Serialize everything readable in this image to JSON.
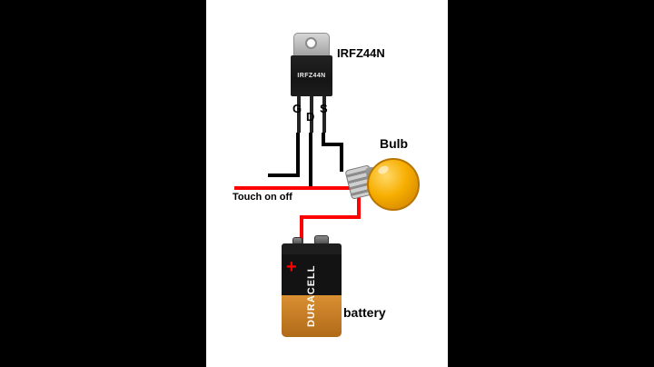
{
  "scene": {
    "background_color": "#000000",
    "panel_color": "#ffffff"
  },
  "transistor": {
    "part_number": "IRFZ44N",
    "body_marking": "IRFZ44N",
    "pin_labels": {
      "gate": "G",
      "drain": "D",
      "source": "S"
    }
  },
  "bulb": {
    "label": "Bulb"
  },
  "touch_switch": {
    "label": "Touch on off"
  },
  "battery": {
    "label": "battery",
    "brand": "DURACELL",
    "positive_symbol": "+"
  },
  "colors": {
    "wire_black": "#000000",
    "wire_red": "#ff0000",
    "bulb_glass": "#f7ae00",
    "bulb_outline": "#b87400",
    "battery_copper": "#c8811f",
    "battery_black": "#131313",
    "transistor_body": "#1a1a1a",
    "transistor_tab": "#b5b5b5"
  }
}
